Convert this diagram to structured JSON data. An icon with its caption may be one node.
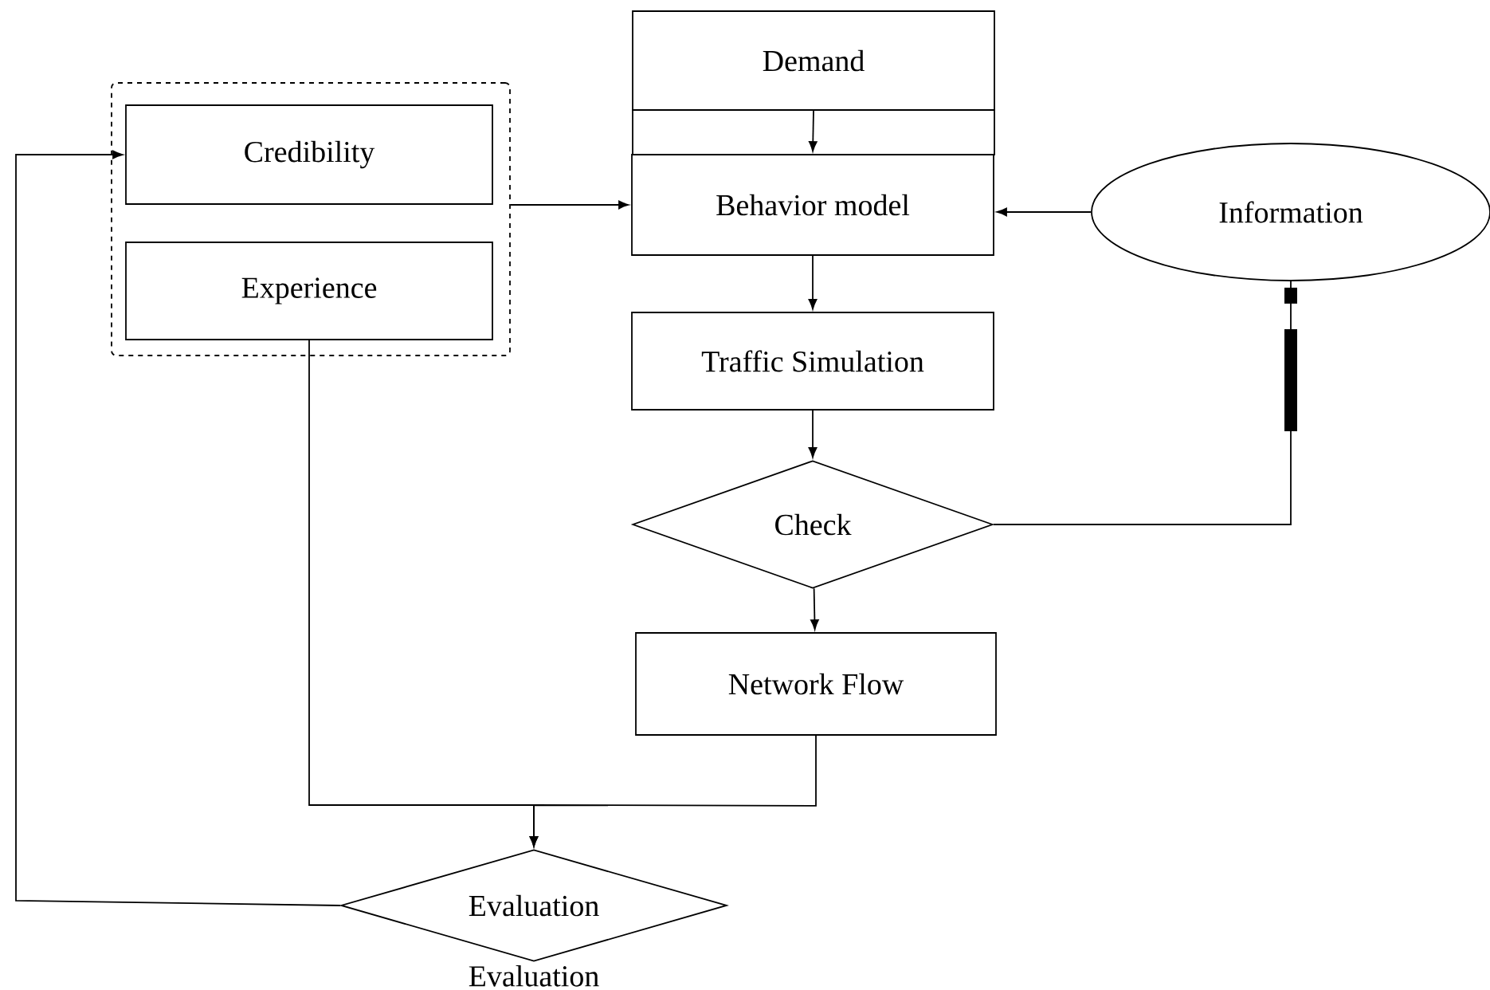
{
  "diagram": {
    "nodes": [
      {
        "text": [
          "Demand"
        ]
      },
      {
        "text": [],
        "shape": "box"
      },
      {
        "text": [
          "Credibility"
        ],
        "in": 1
      },
      {
        "text": [
          "Experience"
        ],
        "in": 1
      },
      {
        "text": [
          "Behavior model"
        ]
      },
      {
        "text": [
          "Information"
        ]
      },
      {
        "text": [
          "Traffic Simulation"
        ]
      },
      {
        "text": [
          "Check"
        ]
      },
      {
        "text": [
          "Network Flow"
        ]
      },
      {
        "text": [
          "Evaluation"
        ],
        "beside": [
          "Evaluation"
        ]
      }
    ],
    "edges": [
      {
        "from": 0,
        "to": 4,
        "arrow": "to"
      },
      {
        "from": 1,
        "to": 4,
        "arrow": "to"
      },
      {
        "from": 5,
        "to": 4,
        "arrow": "to"
      },
      {
        "from": 4,
        "to": 6,
        "arrow": "to"
      },
      {
        "from": 6,
        "to": 7,
        "arrow": "to"
      },
      {
        "from": 5,
        "to": 7,
        "arrow": "none"
      },
      {
        "from": 7,
        "to": 8,
        "arrow": "to"
      },
      {
        "from": 3,
        "to": 9,
        "arrow": "to"
      },
      {
        "from": 8,
        "to": 9,
        "arrow": "to"
      },
      {
        "from": 9,
        "to": 2,
        "arrow": "to"
      }
    ]
  }
}
